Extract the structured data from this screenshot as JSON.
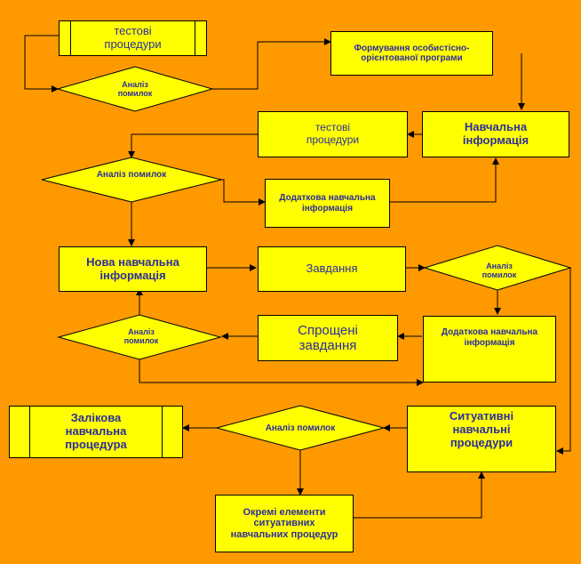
{
  "nodes": {
    "test_procedures_1": "тестові\nпроцедури",
    "error_analysis_1": "Аналіз\nпомилок",
    "form_program": "Формування особистісно-\nорієнтованої програми",
    "learning_info": "Навчальна\nінформація",
    "test_procedures_2": "тестові\nпроцедури",
    "error_analysis_2": "Аналіз помилок",
    "additional_info_1": "Додаткова навчальна\nінформація",
    "new_learning_info": "Нова навчальна\nінформація",
    "tasks": "Завдання",
    "error_analysis_3": "Аналіз\nпомилок",
    "error_analysis_4": "Аналіз\nпомилок",
    "simplified_tasks": "Спрощені\nзавдання",
    "additional_info_2": "Додаткова навчальна\nінформація",
    "final_procedure": "Залікова\nнавчальна\nпроцедура",
    "error_analysis_5": "Аналіз помилок",
    "situational_procedures": "Ситуативні\nнавчальні\nпроцедури",
    "separate_elements": "Окремі елементи\nситуативних\nнавчальних процедур"
  },
  "colors": {
    "background": "#FF9900",
    "node_fill": "#FFFF00",
    "node_text": "#2D2D9F",
    "line": "#000000"
  }
}
